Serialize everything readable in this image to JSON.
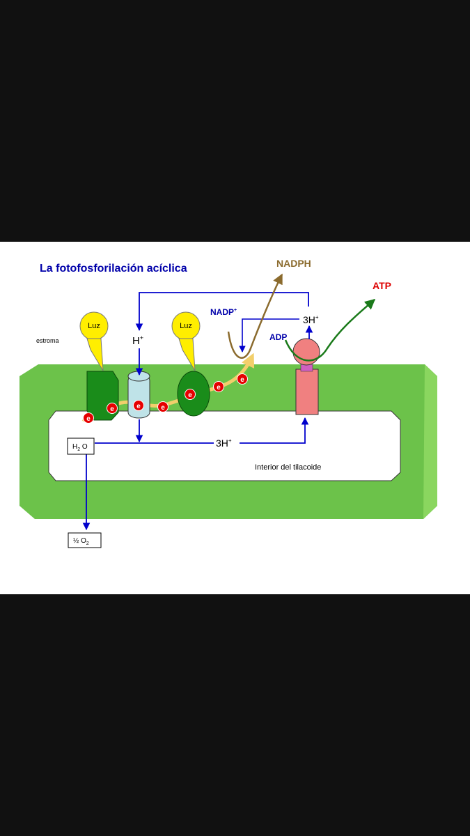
{
  "diagram": {
    "title": "La fotofosforilación acíclica",
    "labels": {
      "estroma": "estroma",
      "interior": "Interior del tilacoide",
      "luz": "Luz",
      "h_plus": "H",
      "h_plus_sup": "+",
      "three_h": "3H",
      "three_h_sup": "+",
      "nadp": "NADP",
      "nadp_sup": "+",
      "nadph": "NADPH",
      "adp": "ADP",
      "atp": "ATP",
      "electron": "e",
      "water_main": "H",
      "water_sub": "2",
      "water_tail": " O",
      "oxygen_main": "½ O",
      "oxygen_sub": "2"
    },
    "colors": {
      "background": "#111111",
      "panel": "#ffffff",
      "membrane": "#6cc24a",
      "membrane_light": "#8ad65f",
      "photosystem": "#1a8c1a",
      "cytochrome": "#bfe3e8",
      "atp_synthase": "#f08080",
      "light": "#ffee00",
      "electron": "#e60000",
      "electron_path": "#f2cf6b",
      "arrow_blue": "#0000cc",
      "nadph_brown": "#8b6b2e",
      "atp_green": "#1a7a1a",
      "title_blue": "#0000aa",
      "atp_red": "#dd0000"
    }
  }
}
